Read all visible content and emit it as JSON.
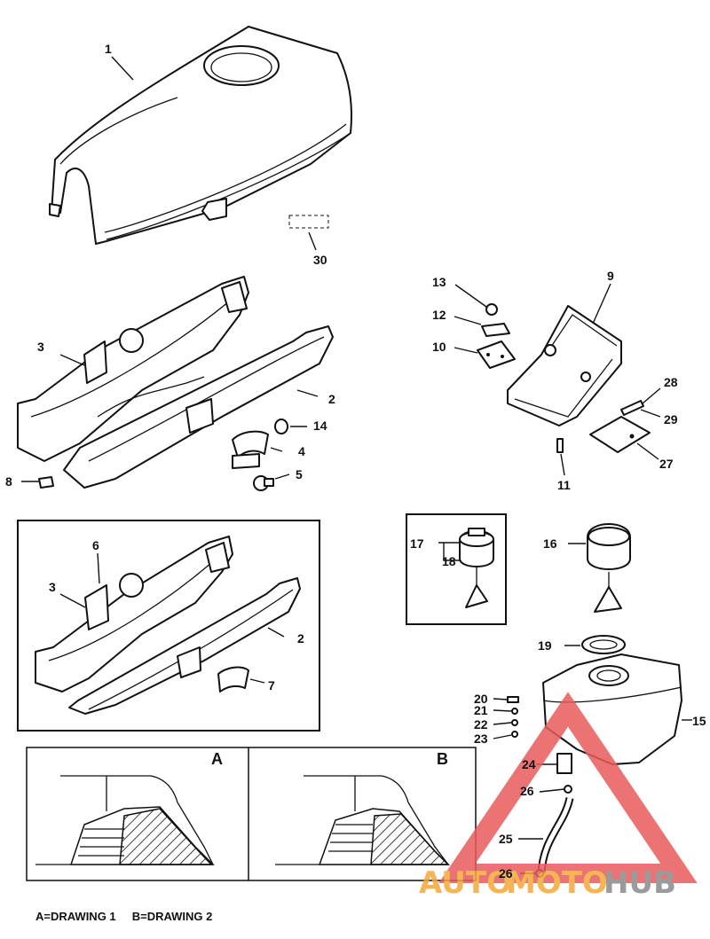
{
  "labels": {
    "l1": "1",
    "l2": "2",
    "l3": "3",
    "l4": "4",
    "l5": "5",
    "l6": "6",
    "l7": "7",
    "l8": "8",
    "l9": "9",
    "l10": "10",
    "l11": "11",
    "l12": "12",
    "l13": "13",
    "l14": "14",
    "l15": "15",
    "l16": "16",
    "l17": "17",
    "l18": "18",
    "l19": "19",
    "l20": "20",
    "l21": "21",
    "l22": "22",
    "l23": "23",
    "l24": "24",
    "l25": "25",
    "l26a": "26",
    "l26b": "26",
    "l27": "27",
    "l28": "28",
    "l29": "29",
    "l30": "30",
    "l2b": "2",
    "l3b": "3"
  },
  "detail": {
    "a": "A",
    "b": "B"
  },
  "footer": "A=DRAWING 1     B=DRAWING 2",
  "watermark": {
    "auto": "AUTO",
    "moto": "MOTO",
    "hub": "HUB"
  },
  "colors": {
    "ink": "#111111",
    "watermark_red": "#e85b5b",
    "watermark_orange": "#f4a93a",
    "watermark_gray": "#8a8a8a"
  }
}
